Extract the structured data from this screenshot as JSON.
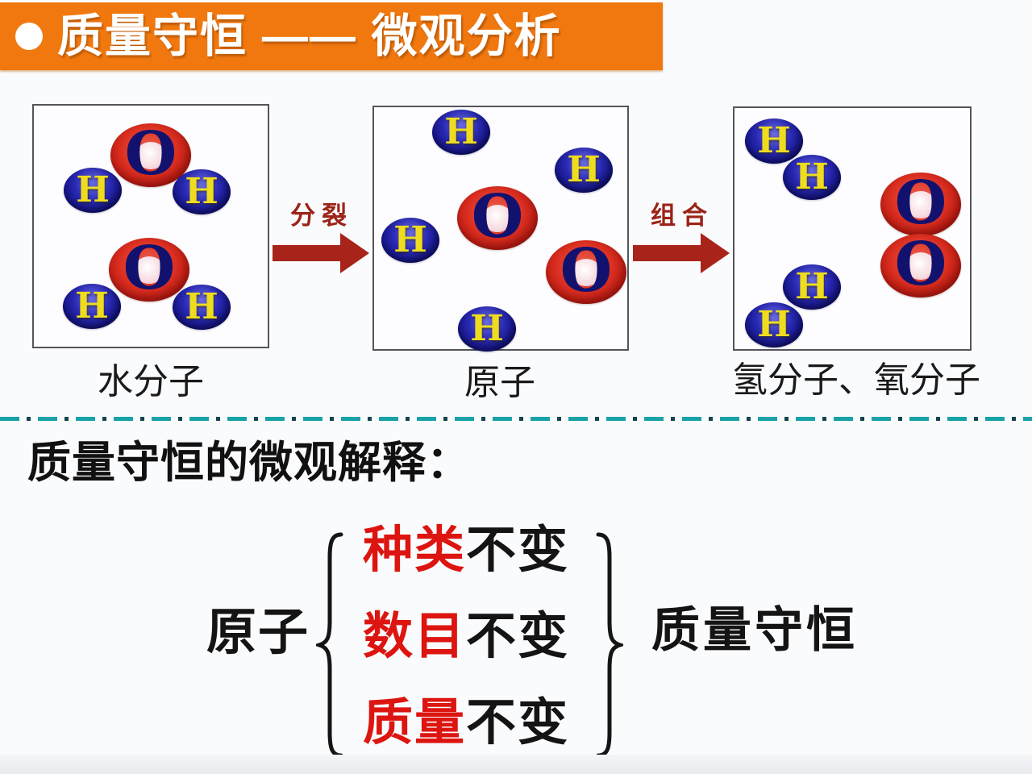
{
  "banner": {
    "bullet_icon": "●",
    "title": "质量守恒 —— 微观分析",
    "background_color": "#f1780f",
    "text_color": "#ffffff"
  },
  "diagram": {
    "letters": {
      "h": "H",
      "o": "O"
    },
    "boxes": [
      {
        "label": "水分子"
      },
      {
        "label": "原子"
      },
      {
        "label": "氢分子、氧分子"
      }
    ],
    "arrows": [
      {
        "label": "分裂"
      },
      {
        "label": "组合"
      }
    ],
    "arrow_color": "#a8241a",
    "hydrogen_color": "#2a2ab4",
    "oxygen_color": "#da2e20"
  },
  "divider_color": "#17a2a8",
  "explanation": {
    "heading": "质量守恒的微观解释：",
    "subject": "原子",
    "items": [
      {
        "highlight": "种类",
        "rest": "不变"
      },
      {
        "highlight": "数目",
        "rest": "不变"
      },
      {
        "highlight": "质量",
        "rest": "不变"
      }
    ],
    "result": "质量守恒",
    "highlight_color": "#dd1510"
  }
}
